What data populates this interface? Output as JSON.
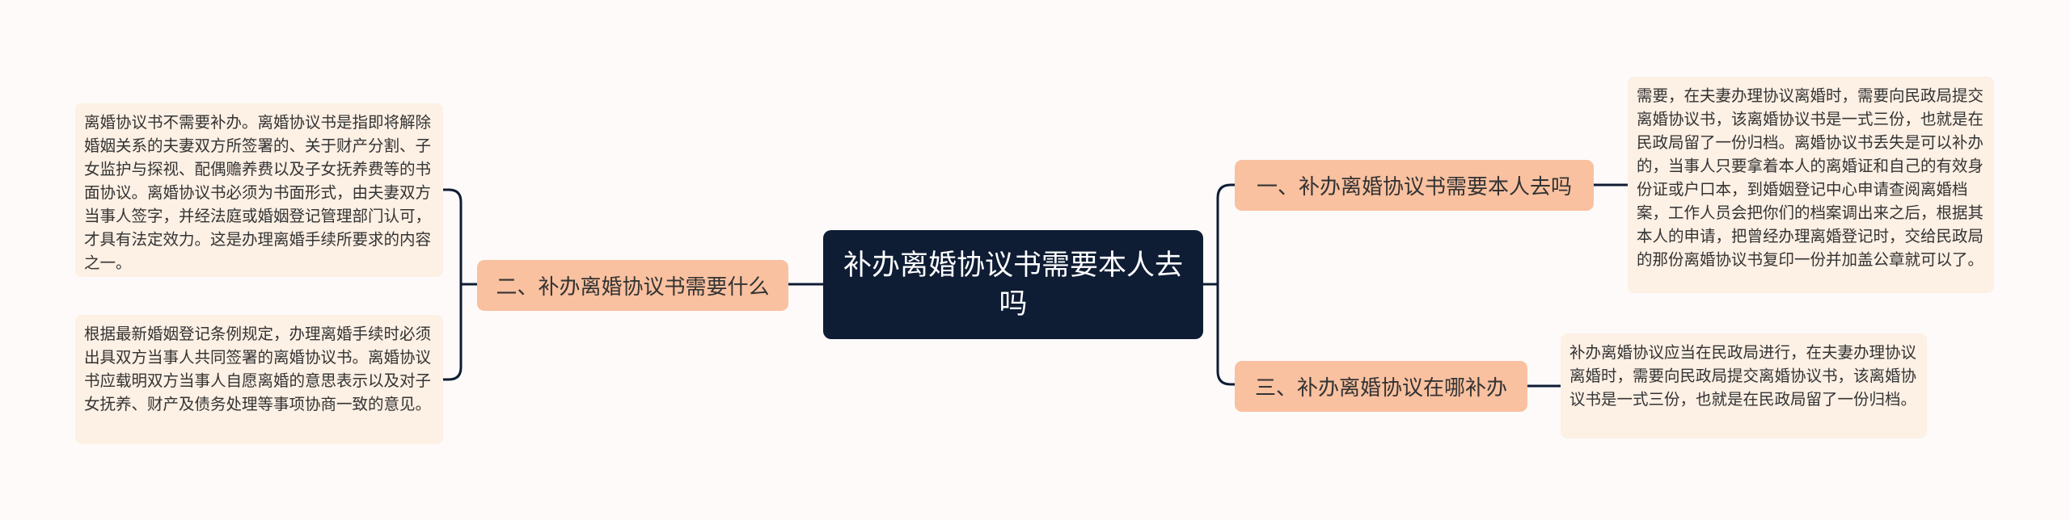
{
  "colors": {
    "background": "#fdfaf9",
    "center_fill": "#0e1c34",
    "branch_fill": "#f9c1a0",
    "leaf_fill": "#fdf0e4",
    "connector": "#0e1c34"
  },
  "center": {
    "title": "补办离婚协议书需要本人去吗"
  },
  "branches": [
    {
      "label": "一、补办离婚协议书需要本人去吗",
      "leaves": [
        "需要，在夫妻办理协议离婚时，需要向民政局提交离婚协议书，该离婚协议书是一式三份，也就是在民政局留了一份归档。离婚协议书丢失是可以补办的，当事人只要拿着本人的离婚证和自己的有效身份证或户口本，到婚姻登记中心申请查阅离婚档案，工作人员会把你们的档案调出来之后，根据其本人的申请，把曾经办理离婚登记时，交给民政局的那份离婚协议书复印一份并加盖公章就可以了。"
      ]
    },
    {
      "label": "二、补办离婚协议书需要什么",
      "leaves": [
        "离婚协议书不需要补办。离婚协议书是指即将解除婚姻关系的夫妻双方所签署的、关于财产分割、子女监护与探视、配偶赡养费以及子女抚养费等的书面协议。离婚协议书必须为书面形式，由夫妻双方当事人签字，并经法庭或婚姻登记管理部门认可，才具有法定效力。这是办理离婚手续所要求的内容之一。",
        "根据最新婚姻登记条例规定，办理离婚手续时必须出具双方当事人共同签署的离婚协议书。离婚协议书应载明双方当事人自愿离婚的意思表示以及对子女抚养、财产及债务处理等事项协商一致的意见。"
      ]
    },
    {
      "label": "三、补办离婚协议在哪补办",
      "leaves": [
        "补办离婚协议应当在民政局进行，在夫妻办理协议离婚时，需要向民政局提交离婚协议书，该离婚协议书是一式三份，也就是在民政局留了一份归档。"
      ]
    }
  ]
}
